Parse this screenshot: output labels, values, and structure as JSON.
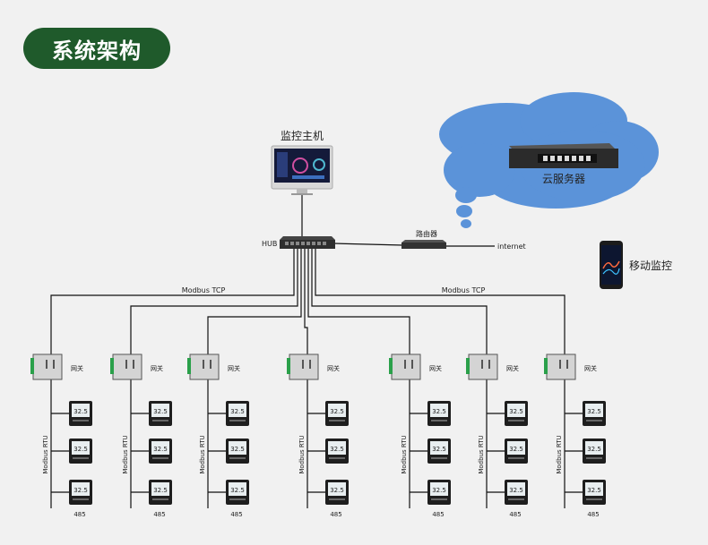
{
  "title": "系统架构",
  "monitor_host_label": "监控主机",
  "cloud_label": "云服务器",
  "router_label": "路由器",
  "internet_label": "internet",
  "hub_label": "HUB",
  "mobile_label": "移动监控",
  "modbus_tcp_label": "Modbus TCP",
  "gateway_label": "网关",
  "modbus_rtu_label": "Modbus RTU",
  "bus_label": "485",
  "sensor_reading": "32.5",
  "colors": {
    "title_bg": "#1f5a2b",
    "cloud": "#5b93d9",
    "line": "#111111"
  }
}
